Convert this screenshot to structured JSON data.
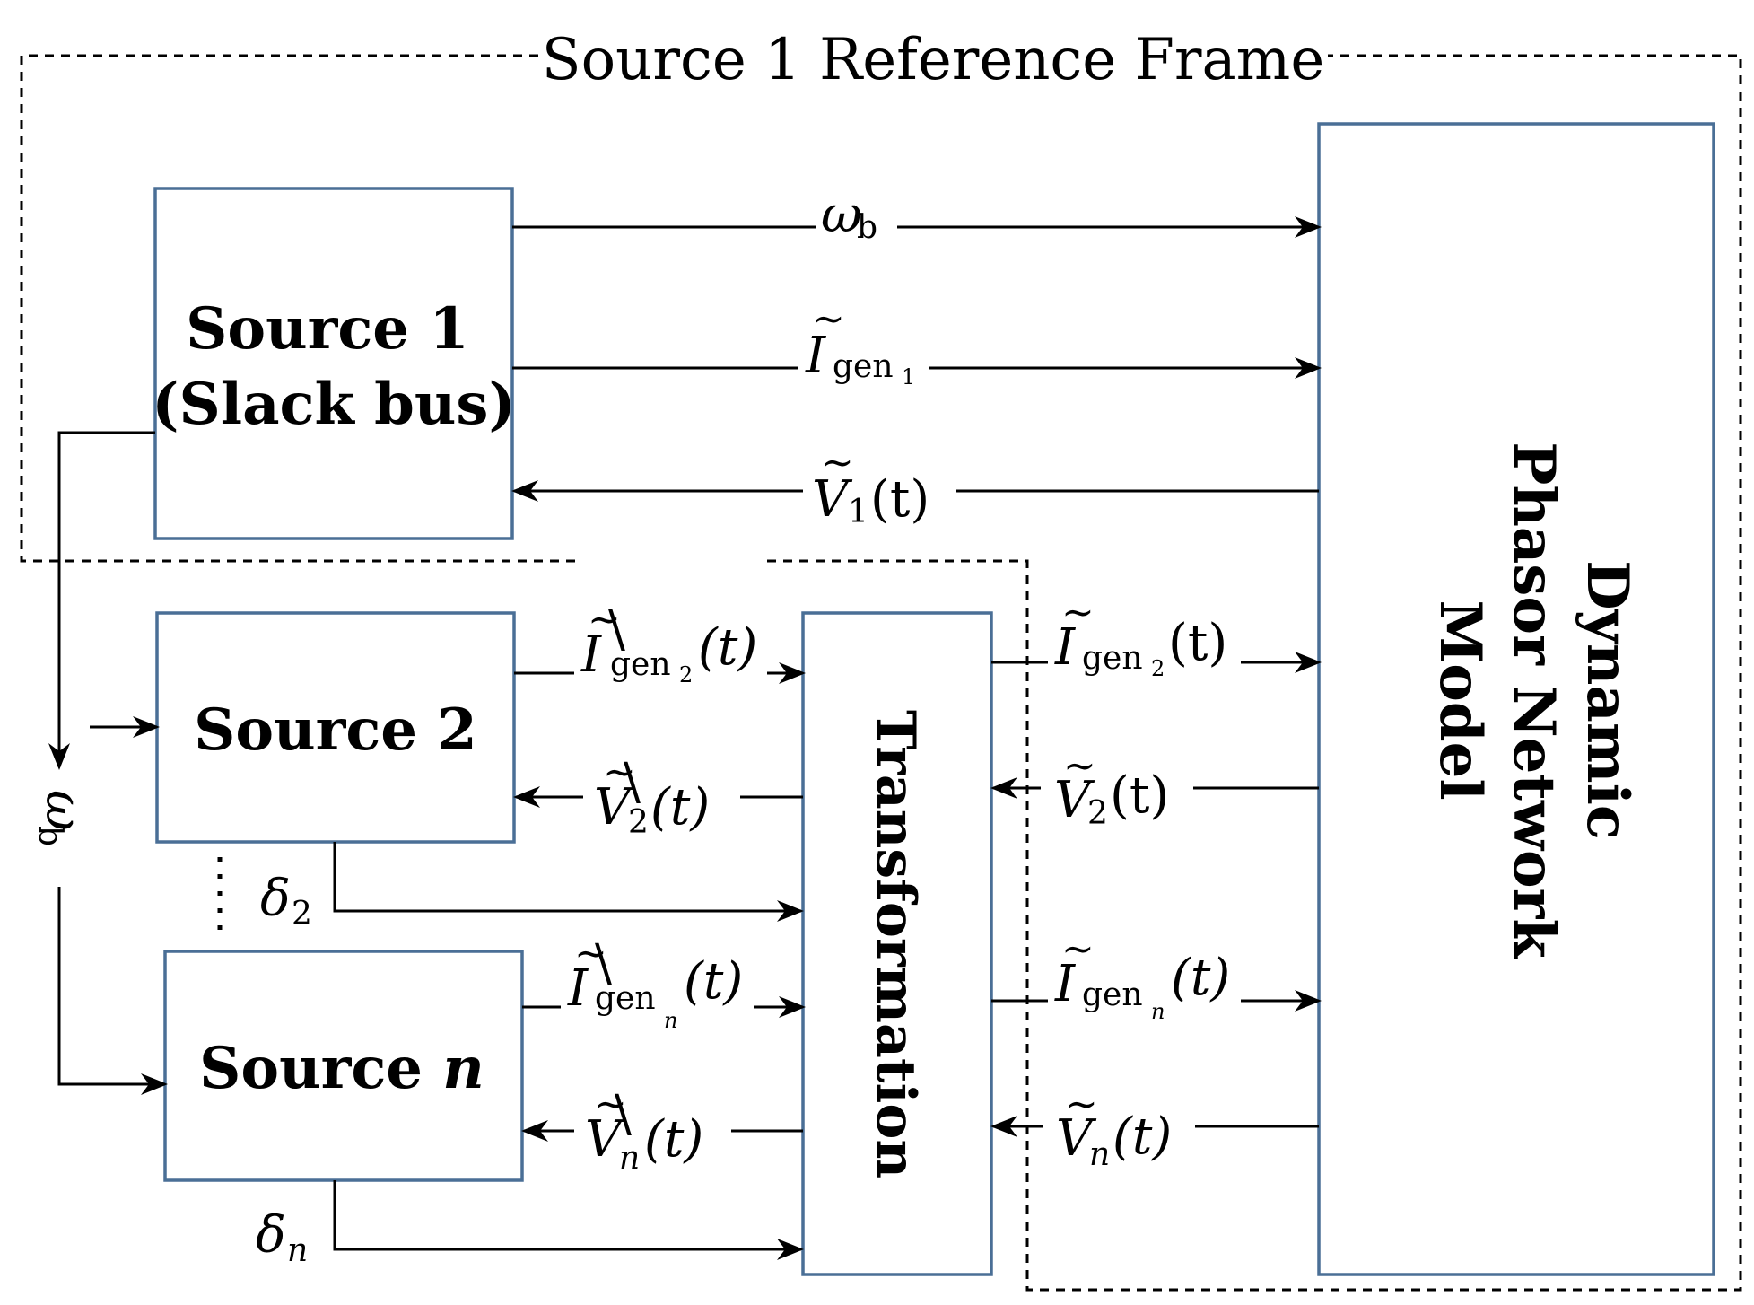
{
  "frame": {
    "title": "Source 1 Reference Frame"
  },
  "blocks": {
    "source1": {
      "line1": "Source 1",
      "line2": "(Slack bus)"
    },
    "source2": {
      "label": "Source 2"
    },
    "sourcen": {
      "main": "Source ",
      "italic": "n"
    },
    "transformation": {
      "label": "Transformation"
    },
    "network": {
      "line1": "Dynamic",
      "line2": "Phasor Network",
      "line3": "Model"
    }
  },
  "symbols": {
    "omega": "ω",
    "delta": "δ",
    "I": "I",
    "V": "V",
    "tilde": "~",
    "prime": "\\",
    "b": "b",
    "gen": "gen",
    "one": "1",
    "two": "2",
    "n": "n",
    "t_upright": "(t)",
    "t_italic": "(t)",
    "paren_open": "(",
    "paren_close": ")",
    "t": "t"
  }
}
